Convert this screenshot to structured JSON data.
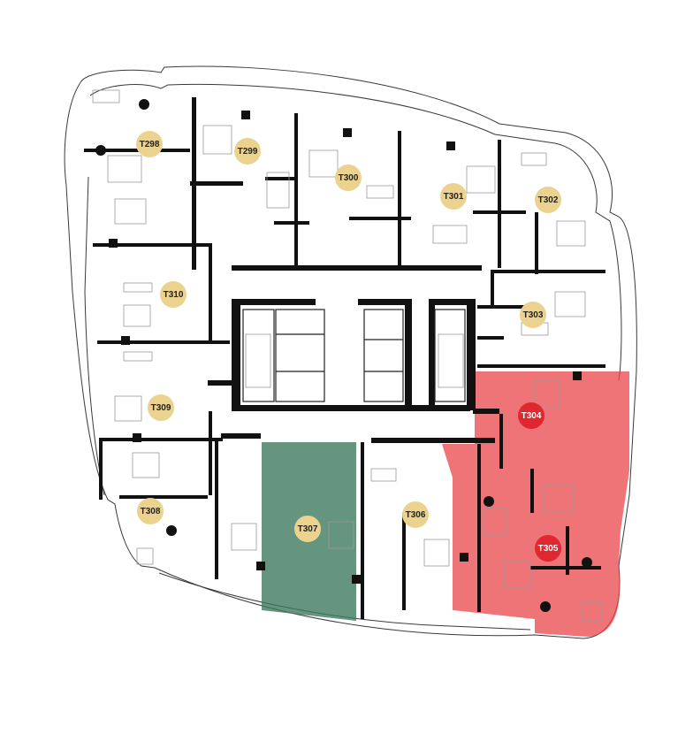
{
  "units": [
    {
      "id": "T298",
      "label": "T298",
      "status": "available"
    },
    {
      "id": "T299",
      "label": "T299",
      "status": "available"
    },
    {
      "id": "T300",
      "label": "T300",
      "status": "available"
    },
    {
      "id": "T301",
      "label": "T301",
      "status": "available"
    },
    {
      "id": "T302",
      "label": "T302",
      "status": "available"
    },
    {
      "id": "T303",
      "label": "T303",
      "status": "available"
    },
    {
      "id": "T304",
      "label": "T304",
      "status": "sold"
    },
    {
      "id": "T305",
      "label": "T305",
      "status": "sold"
    },
    {
      "id": "T306",
      "label": "T306",
      "status": "available"
    },
    {
      "id": "T307",
      "label": "T307",
      "status": "selected"
    },
    {
      "id": "T308",
      "label": "T308",
      "status": "available"
    },
    {
      "id": "T309",
      "label": "T309",
      "status": "available"
    },
    {
      "id": "T310",
      "label": "T310",
      "status": "available"
    }
  ],
  "colors": {
    "available_badge": "#ecd28f",
    "sold_badge": "#e0262e",
    "sold_fill": "#e8464a",
    "selected_fill": "#3f7a5e",
    "badge_text_dark": "#222222",
    "badge_text_light": "#ffffff"
  }
}
